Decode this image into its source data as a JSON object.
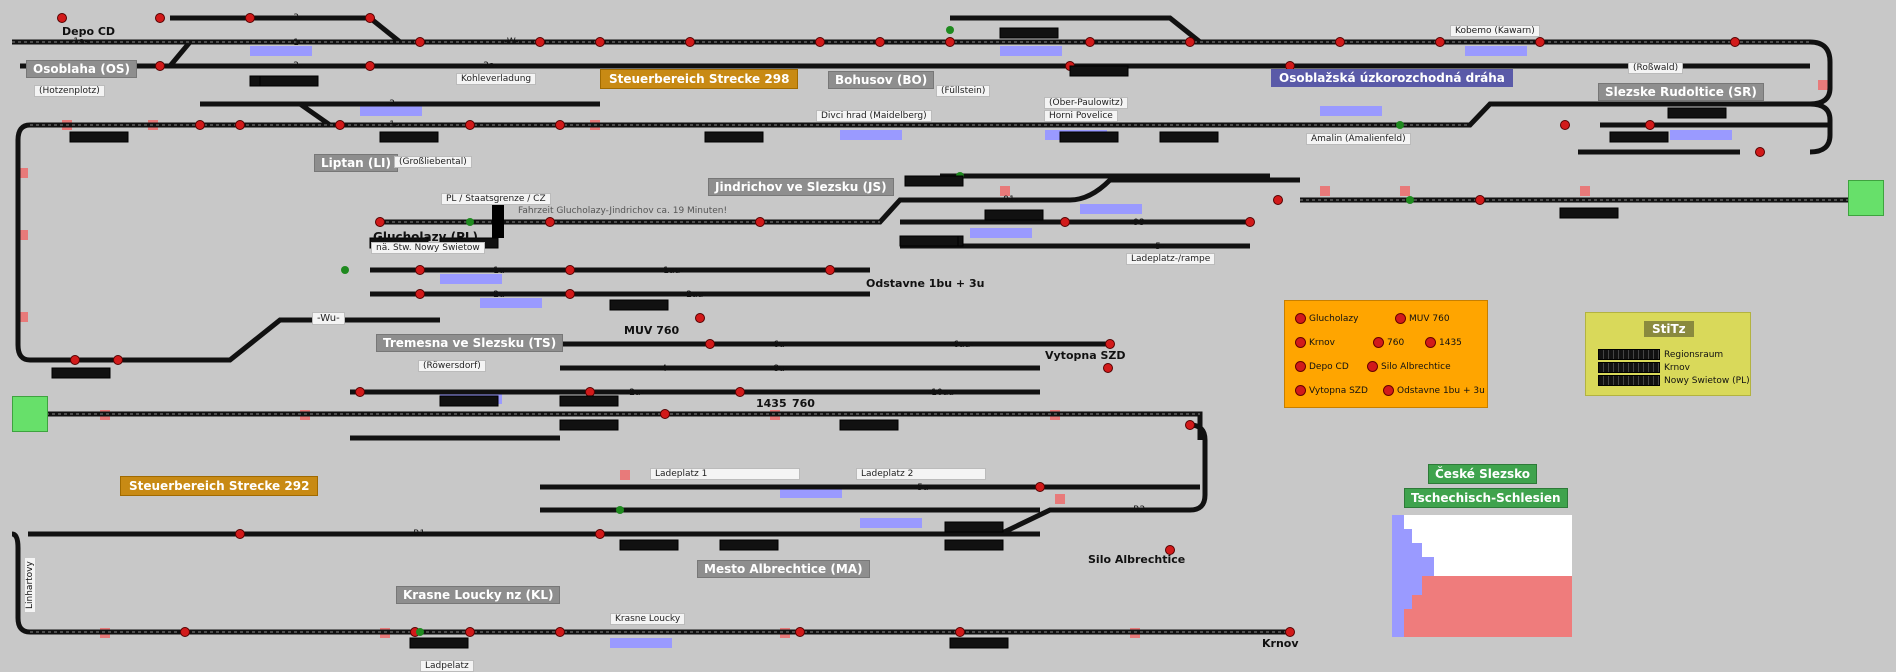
{
  "colors": {
    "track": "#111111",
    "signal_red": "#d21a1a",
    "signal_green": "#1f8a1f",
    "occupied": "#9a9aff",
    "blocked": "#e87a7a",
    "bg": "#c8c8c8"
  },
  "stations": {
    "depo": "Depo CD",
    "osoblaha": "Osoblaha (OS)",
    "hotzenplotz": "(Hotzenplotz)",
    "kohleverladung": "Kohleverladung",
    "strecke298": "Steuerbereich Strecke 298",
    "bohusov": "Bohusov (BO)",
    "fullstein": "(Füllstein)",
    "kobemo": "Kobemo (Kawarn)",
    "roswald": "(Roßwald)",
    "osoblazska": "Osoblažská úzkorozchodná dráha",
    "slezske": "Slezske Rudoltice (SR)",
    "divci": "Divci hrad (Maidelberg)",
    "ober": "(Ober-Paulowitz)",
    "horni": "Horni Povelice",
    "amalin": "Amalin (Amalienfeld)",
    "liptan": "Liptan (LI)",
    "grossliebental": "(Großliebental)",
    "jindrichov": "Jindrichov ve Slezsku (JS)",
    "pl_grenze": "PL / Staatsgrenze / CZ",
    "fahrzeit": "Fahrzeit Glucholazy-Jindrichov  ca. 19 Minuten!",
    "glucholazy": "Glucholazy (PL)",
    "na_stw": "nä. Stw. Nowy Swietow",
    "ladeplatz_rampe": "Ladeplatz-/rampe",
    "odstavne": "Odstavne 1bu + 3u",
    "muv": "MUV 760",
    "wu": "-Wu-",
    "tremesna": "Tremesna ve Slezsku (TS)",
    "roversdorf": "(Röwersdorf)",
    "vytopna": "Vytopna SZD",
    "n1435": "1435",
    "n760": "760",
    "strecke292": "Steuerbereich Strecke 292",
    "ladeplatz1": "Ladeplatz 1",
    "ladeplatz2": "Ladeplatz 2",
    "silo": "Silo Albrechtice",
    "mesto": "Mesto Albrechtice (MA)",
    "linhartovy": "Linhartovy",
    "krasne": "Krasne Loucky nz (KL)",
    "krasne_small": "Krasne Loucky",
    "ladepelatz": "Ladpelatz",
    "krnov": "Krnov"
  },
  "legend": {
    "items": [
      "Glucholazy",
      "MUV 760",
      "Krnov",
      "760",
      "1435",
      "Depo CD",
      "Silo Albrechtice",
      "Vytopna SZD",
      "Odstavne 1bu + 3u"
    ]
  },
  "stitz": {
    "title": "StiTz",
    "rows": [
      "Regionsraum",
      "Krnov",
      "Nowy Swietow (PL)"
    ]
  },
  "region": {
    "cz": "České Slezsko",
    "de": "Tschechisch-Schlesien"
  },
  "track_labels": {
    "t1a": "-1a-",
    "t3": "-3-",
    "t1": "-1-",
    "t2": "-2-",
    "tW": "-W-",
    "t2a": "-2a-",
    "t2b": "-2-",
    "t1b": "-1-",
    "t91": "-91-",
    "t93": "-93-",
    "t5": "-5-",
    "t4": "-4-",
    "t1u": "-1u-",
    "t2u": "-2u-",
    "t1au": "-1au-",
    "t2au": "-2au-",
    "t6u": "-6u-",
    "t8u": "-8u-",
    "t6au": "-6au-",
    "t10au": "-10au-",
    "tR1": "-R1-",
    "tR2": "-R2-",
    "t5a": "-5a-",
    "t2a2": "-2a-"
  }
}
